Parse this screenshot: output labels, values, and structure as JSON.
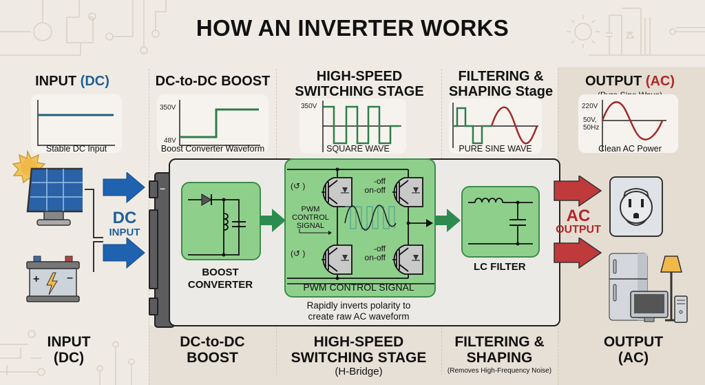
{
  "title": "HOW AN INVERTER WORKS",
  "top_sections": [
    {
      "title_main": "INPUT ",
      "title_accent": "(DC)",
      "caption": "Stable DC Input"
    },
    {
      "title_main": "DC-to-DC BOOST",
      "caption": "Boost Converter Waveform",
      "y_high": "350V",
      "y_low": "48V"
    },
    {
      "title_line1": "HIGH-SPEED",
      "title_line2": "SWITCHING STAGE",
      "caption": "SQUARE WAVE",
      "y_high": "350V"
    },
    {
      "title_line1": "FILTERING &",
      "title_line2": "SHAPING  Stage",
      "caption": "PURE SINE WAVE"
    },
    {
      "title_main": "OUTPUT ",
      "title_accent": "(AC)",
      "subtitle": "(Pure Sine Wave)",
      "caption": "Clean AC Power",
      "y_high": "220V",
      "y_mid_1": "50V,",
      "y_mid_2": "50Hz"
    }
  ],
  "input": {
    "label_line1": "DC",
    "label_line2": "INPUT",
    "sources": [
      "solar-panel",
      "battery"
    ]
  },
  "housing": {
    "terminal_minus": "–"
  },
  "boost": {
    "label_line1": "BOOST",
    "label_line2": "CONVERTER"
  },
  "hbridge": {
    "switch_left_label": "(↺ )",
    "switch_right_line1": "-off",
    "switch_right_line2": "on-off",
    "pwm_line1": "PWM",
    "pwm_line2": "CONTROL",
    "pwm_line3": "SIGNAL",
    "bottom_label": "PWM CONTROL SIGNAL",
    "description_line1": "Rapidly inverts polarity to",
    "description_line2": "create raw AC waveform"
  },
  "lc_filter": {
    "label": "LC FILTER"
  },
  "output": {
    "label_line1": "AC",
    "label_line2": "OUTPUT",
    "loads": [
      "wall-outlet",
      "appliances"
    ]
  },
  "bottom_labels": [
    {
      "line1": "INPUT",
      "line2": "(DC)"
    },
    {
      "line1": "DC-to-DC",
      "line2": "BOOST"
    },
    {
      "line1": "HIGH-SPEED",
      "line2": "SWITCHING STAGE",
      "line3": "(H-Bridge)"
    },
    {
      "line1": "FILTERING &",
      "line2": "SHAPING",
      "line3": "(Removes High-Frequency Noise)"
    },
    {
      "line1": "OUTPUT",
      "line2": "(AC)"
    }
  ],
  "colors": {
    "dc_blue": "#1f5f9a",
    "ac_red": "#b3262a",
    "stage_green": "#8fcf8c",
    "wave_green": "#2e8b4a"
  }
}
